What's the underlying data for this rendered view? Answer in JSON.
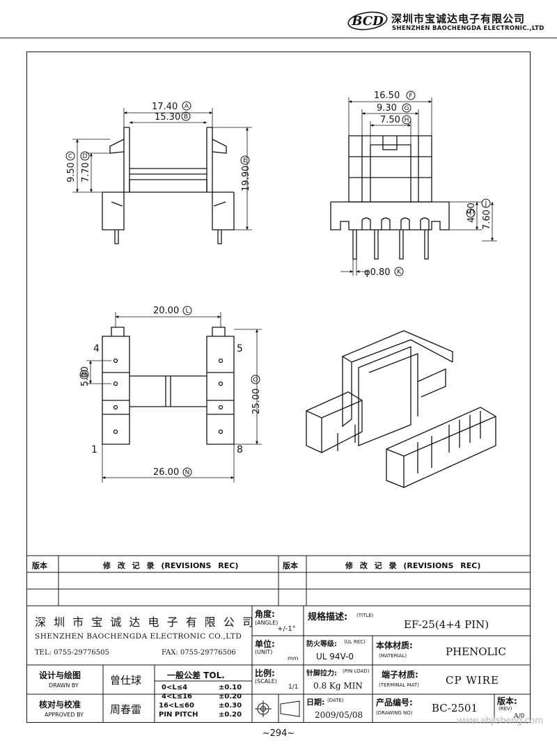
{
  "header": {
    "logo_text": "BCD",
    "company_cn": "深圳市宝诚达电子有限公司",
    "company_en": "SHENZHEN BAOCHENGDA ELECTRONIC.,LTD"
  },
  "dimensions": {
    "A": "17.40",
    "B": "15.30",
    "C": "9.50",
    "D": "7.70",
    "E": "19.90",
    "F": "16.50",
    "G": "9.30",
    "H": "7.50",
    "I": "4.50",
    "J": "7.60",
    "K": "φ0.80",
    "L": "20.00",
    "M": "5.00",
    "N": "26.00",
    "O": "25.00"
  },
  "dimension_letters": {
    "A": "A",
    "B": "B",
    "C": "C",
    "D": "D",
    "E": "E",
    "F": "F",
    "G": "G",
    "H": "H",
    "I": "I",
    "J": "J",
    "K": "K",
    "L": "L",
    "M": "M",
    "N": "N",
    "O": "O"
  },
  "pins": {
    "p1": "1",
    "p4": "4",
    "p5": "5",
    "p8": "8"
  },
  "revisions": {
    "col_version": "版本",
    "col_record": "修 改 记 录 (REVISIONS REC)"
  },
  "title_block": {
    "company_cn": "深 圳 市 宝 诚 达 电 子 有 限 公 司",
    "company_en": "SHENZHEN BAOCHENGDA ELECTRONIC CO.,LTD",
    "tel": "TEL: 0755-29776505",
    "fax": "FAX: 0755-29776506",
    "angle_label": "角度:",
    "angle_en": "(ANGLE)",
    "angle_value": "+/-1°",
    "unit_label": "单位:",
    "unit_en": "(UNIT)",
    "unit_value": "mm",
    "scale_label": "比例:",
    "scale_en": "(SCALE)",
    "scale_value": "1/1",
    "title_label": "规格描述:",
    "title_en": "(TITLE)",
    "title_value": "EF-25(4+4 PIN)",
    "ul_label": "防火等级:",
    "ul_en": "(UL REC)",
    "ul_value": "UL 94V-0",
    "material_label": "本体材质:",
    "material_en": "(MATERIAL)",
    "material_value": "PHENOLIC",
    "pinload_label": "针脚拉力:",
    "pinload_en": "(PIN LOAD)",
    "pinload_value": "0.8 Kg MIN",
    "terminal_label": "端子材质:",
    "terminal_en": "(TERMINAL MAT)",
    "terminal_value": "CP WIRE",
    "date_label": "日期:",
    "date_en": "(DATE)",
    "date_value": "2009/05/08",
    "drawing_label": "产品编号:",
    "drawing_en": "(DRAWING NO)",
    "drawing_value": "BC-2501",
    "rev_label": "版本:",
    "rev_en": "(REV)",
    "rev_value": "A/0",
    "drawn_label": "设计与绘图",
    "drawn_en": "DRAWN BY",
    "drawn_value": "曾仕球",
    "approved_label": "核对与校准",
    "approved_en": "APPROVED BY",
    "approved_value": "周春雷",
    "tol_title": "一般公差 TOL.",
    "tol_rows": [
      {
        "range": "0<L≤4",
        "value": "±0.10"
      },
      {
        "range": "4<L≤16",
        "value": "±0.20"
      },
      {
        "range": "16<L≤60",
        "value": "±0.30"
      },
      {
        "range": "PIN PITCH",
        "value": "±0.20"
      }
    ]
  },
  "page_number": "~294~",
  "watermark": "www.ahjisheng.com"
}
